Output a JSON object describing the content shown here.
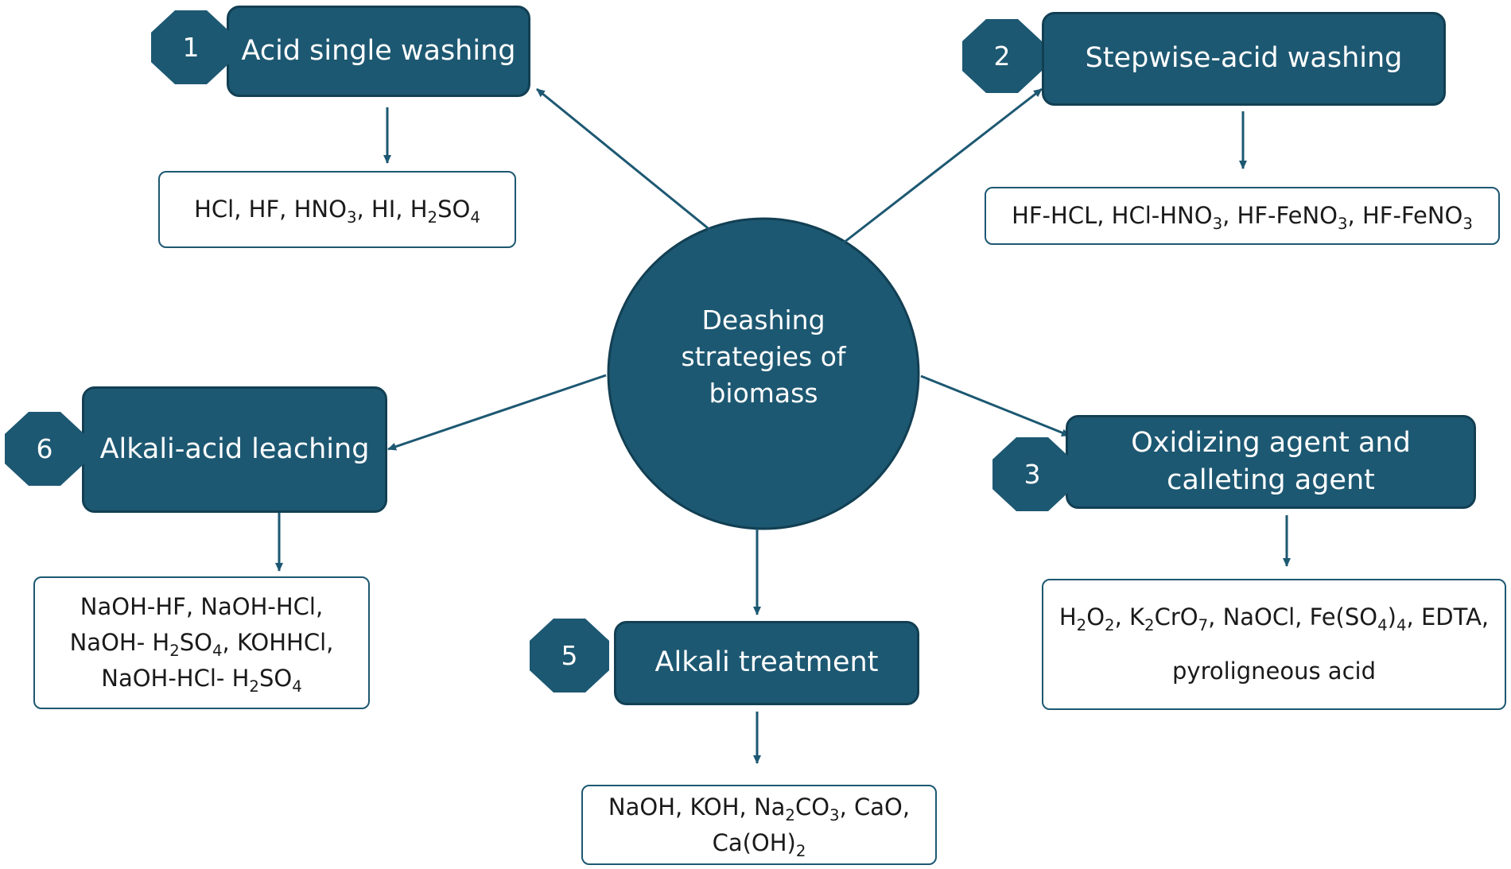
{
  "center": {
    "lines": [
      "Deashing",
      "strategies of",
      "biomass"
    ]
  },
  "strategies": [
    {
      "number": "1",
      "title": "Acid single washing",
      "agents": [
        "HCl, HF, HNO",
        "3",
        ", HI, H",
        "2",
        "SO",
        "4"
      ]
    },
    {
      "number": "2",
      "title": "Stepwise-acid washing",
      "agents": [
        "HF-HCL, HCl-HNO",
        "3",
        ", HF-FeNO",
        "3",
        ", HF-FeNO",
        "3"
      ]
    },
    {
      "number": "3",
      "title": "Oxidizing agent and calleting agent",
      "agents": [
        "H",
        "2",
        "O",
        "2",
        ", K",
        "2",
        "CrO",
        "7",
        ", NaOCl, Fe(SO",
        "4",
        ")",
        "4",
        ", EDTA,"
      ],
      "agents_line2": "pyroligneous acid"
    },
    {
      "number": "5",
      "title": "Alkali treatment",
      "agents": [
        "NaOH, KOH, Na",
        "2",
        "CO",
        "3",
        ", CaO,"
      ],
      "agents_line2": [
        "Ca(OH)",
        "2"
      ]
    },
    {
      "number": "6",
      "title": "Alkali-acid leaching",
      "agents": [
        "NaOH-HF, NaOH-HCl,"
      ],
      "agents_line2": [
        "NaOH- H",
        "2",
        "SO",
        "4",
        ", KOHHCl,"
      ],
      "agents_line3": [
        "NaOH-HCl- H",
        "2",
        "SO",
        "4"
      ]
    }
  ],
  "colors": {
    "primary": "#1d5872",
    "primary_dark": "#123f53",
    "text": "#1a1a1a"
  }
}
